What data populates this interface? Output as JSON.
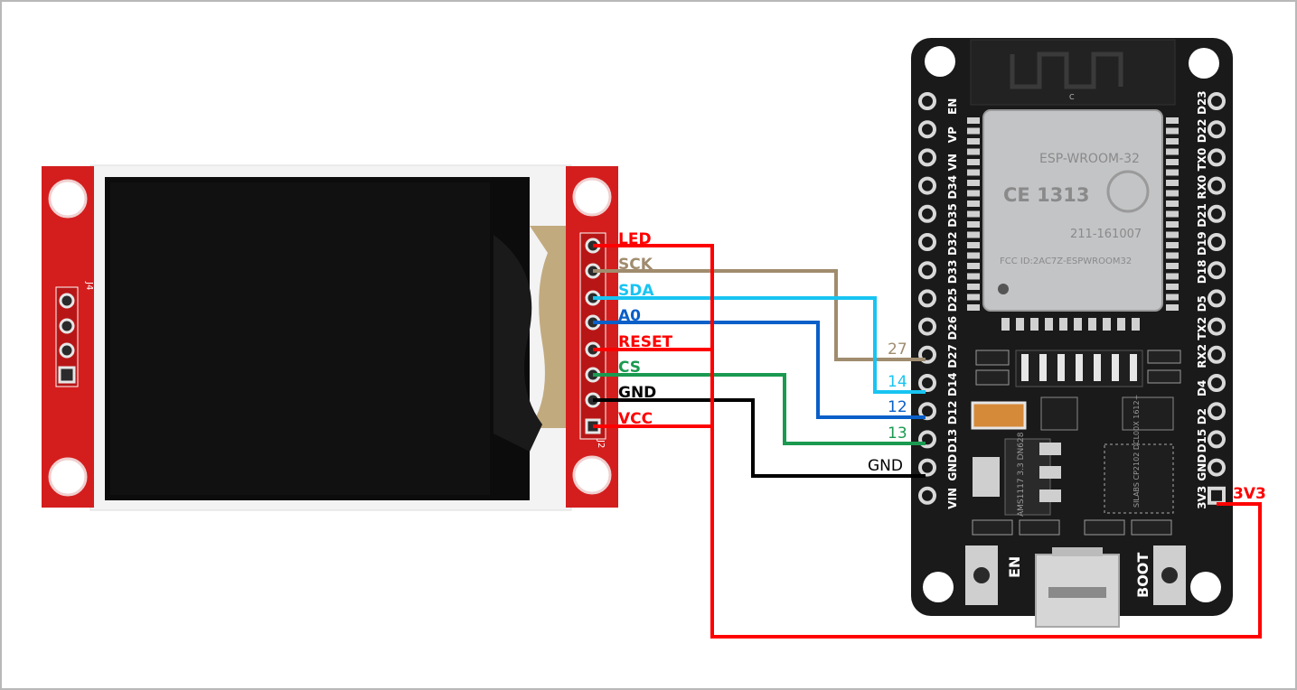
{
  "tft": {
    "header_label": "J4",
    "connector_label": "J2",
    "pins": [
      {
        "label": "LED",
        "color": "#ff0000"
      },
      {
        "label": "SCK",
        "color": "#a08c6e"
      },
      {
        "label": "SDA",
        "color": "#18c4f2"
      },
      {
        "label": "A0",
        "color": "#0a5fc8"
      },
      {
        "label": "RESET",
        "color": "#ff0000"
      },
      {
        "label": "CS",
        "color": "#1a9a50"
      },
      {
        "label": "GND",
        "color": "#000000"
      },
      {
        "label": "VCC",
        "color": "#ff0000"
      }
    ]
  },
  "esp32": {
    "module_brand": "ESP-WROOM-32",
    "module_ce": "CE 1313",
    "module_cert": "211-161007",
    "module_fcc": "FCC ID:2AC7Z-ESPWROOM32",
    "module_mark": "C",
    "regulator_text": "AMS1117 3.3 DN628",
    "usb_chip_text": "SILABS CP2102 DCL00X 1612+",
    "button_en": "EN",
    "button_boot": "BOOT",
    "left_pins": [
      "EN",
      "VP",
      "VN",
      "D34",
      "D35",
      "D32",
      "D33",
      "D25",
      "D26",
      "D27",
      "D14",
      "D12",
      "D13",
      "GND",
      "VIN"
    ],
    "right_pins": [
      "D23",
      "D22",
      "TX0",
      "RX0",
      "D21",
      "D19",
      "D18",
      "D5",
      "TX2",
      "RX2",
      "D4",
      "D2",
      "D15",
      "GND",
      "3V3"
    ]
  },
  "gpio_labels": [
    {
      "text": "27",
      "color": "#a08c6e"
    },
    {
      "text": "14",
      "color": "#18c4f2"
    },
    {
      "text": "12",
      "color": "#0a5fc8"
    },
    {
      "text": "13",
      "color": "#1a9a50"
    },
    {
      "text": "GND",
      "color": "#000000"
    }
  ],
  "power_label": {
    "text": "3V3",
    "color": "#ff0000"
  }
}
